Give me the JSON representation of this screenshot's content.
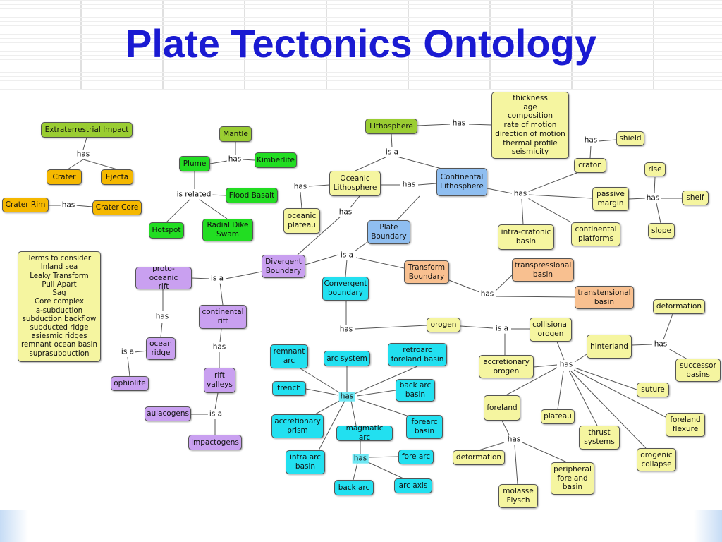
{
  "title": "Plate Tectonics Ontology",
  "colors": {
    "title": "#1a1ad2",
    "olive": "#9acd32",
    "orange": "#f5b800",
    "green": "#22dd22",
    "yellow": "#f5f5a0",
    "blue": "#8fbef0",
    "purple": "#c9a0f0",
    "cyan": "#22e0f0",
    "peach": "#f8c090",
    "highlight": "#6fe8f4"
  },
  "nodes": [
    {
      "id": "extraterrestrial_impact",
      "text": "Extraterrestrial Impact",
      "color": "olive"
    },
    {
      "id": "crater",
      "text": "Crater",
      "color": "orange"
    },
    {
      "id": "ejecta",
      "text": "Ejecta",
      "color": "orange"
    },
    {
      "id": "crater_rim",
      "text": "Crater Rim",
      "color": "orange"
    },
    {
      "id": "crater_core",
      "text": "Crater Core",
      "color": "orange"
    },
    {
      "id": "mantle",
      "text": "Mantle",
      "color": "olive"
    },
    {
      "id": "kimberlite",
      "text": "Kimberlite",
      "color": "green"
    },
    {
      "id": "plume",
      "text": "Plume",
      "color": "green"
    },
    {
      "id": "flood_basalt",
      "text": "Flood Basalt",
      "color": "green"
    },
    {
      "id": "hotspot",
      "text": "Hotspot",
      "color": "green"
    },
    {
      "id": "radial_dike_swam",
      "text": "Radial Dike\nSwam",
      "color": "green"
    },
    {
      "id": "lithosphere",
      "text": "Lithosphere",
      "color": "olive"
    },
    {
      "id": "properties",
      "text": "thickness\nage\ncomposition\nrate of motion\ndirection of motion\nthermal profile\nseismicity",
      "color": "yellow"
    },
    {
      "id": "oceanic_lithosphere",
      "text": "Oceanic\nLithosphere",
      "color": "yellow"
    },
    {
      "id": "continental_lithosphere",
      "text": "Continental\nLithosphere",
      "color": "blue"
    },
    {
      "id": "oceanic_plateau",
      "text": "oceanic\nplateau",
      "color": "yellow"
    },
    {
      "id": "shield",
      "text": "shield",
      "color": "yellow"
    },
    {
      "id": "craton",
      "text": "craton",
      "color": "yellow"
    },
    {
      "id": "rise",
      "text": "rise",
      "color": "yellow"
    },
    {
      "id": "passive_margin",
      "text": "passive\nmargin",
      "color": "yellow"
    },
    {
      "id": "shelf",
      "text": "shelf",
      "color": "yellow"
    },
    {
      "id": "slope",
      "text": "slope",
      "color": "yellow"
    },
    {
      "id": "intra_cratonic_basin",
      "text": "intra-cratonic\nbasin",
      "color": "yellow"
    },
    {
      "id": "continental_platforms",
      "text": "continental\nplatforms",
      "color": "yellow"
    },
    {
      "id": "plate_boundary",
      "text": "Plate\nBoundary",
      "color": "blue"
    },
    {
      "id": "terms",
      "text": "Terms to consider\nInland sea\nLeaky Transform\nPull Apart\nSag\nCore complex\na-subduction\nsubduction backflow\nsubducted ridge\nasiesmic ridges\nremnant ocean basin\nsuprasubduction",
      "color": "yellow"
    },
    {
      "id": "divergent_boundary",
      "text": "Divergent\nBoundary",
      "color": "purple"
    },
    {
      "id": "proto_oceanic_rift",
      "text": "proto-oceanic\nrift",
      "color": "purple"
    },
    {
      "id": "continental_rift",
      "text": "continental\nrift",
      "color": "purple"
    },
    {
      "id": "ocean_ridge",
      "text": "ocean\nridge",
      "color": "purple"
    },
    {
      "id": "ophiolite",
      "text": "ophiolite",
      "color": "purple"
    },
    {
      "id": "rift_valleys",
      "text": "rift\nvalleys",
      "color": "purple"
    },
    {
      "id": "aulacogens",
      "text": "aulacogens",
      "color": "purple"
    },
    {
      "id": "impactogens",
      "text": "impactogens",
      "color": "purple"
    },
    {
      "id": "transform_boundary",
      "text": "Transform\nBoundary",
      "color": "peach"
    },
    {
      "id": "transpressional_basin",
      "text": "transpressional\nbasin",
      "color": "peach"
    },
    {
      "id": "transtensional_basin",
      "text": "transtensional\nbasin",
      "color": "peach"
    },
    {
      "id": "convergent_boundary",
      "text": "Convergent\nboundary",
      "color": "cyan"
    },
    {
      "id": "orogen",
      "text": "orogen",
      "color": "yellow"
    },
    {
      "id": "collisional_orogen",
      "text": "collisional\norogen",
      "color": "yellow"
    },
    {
      "id": "deformation_top",
      "text": "deformation",
      "color": "yellow"
    },
    {
      "id": "hinterland",
      "text": "hinterland",
      "color": "yellow"
    },
    {
      "id": "successor_basins",
      "text": "successor\nbasins",
      "color": "yellow"
    },
    {
      "id": "accretionary_orogen",
      "text": "accretionary\norogen",
      "color": "yellow"
    },
    {
      "id": "suture",
      "text": "suture",
      "color": "yellow"
    },
    {
      "id": "foreland",
      "text": "foreland",
      "color": "yellow"
    },
    {
      "id": "plateau",
      "text": "plateau",
      "color": "yellow"
    },
    {
      "id": "foreland_flexure",
      "text": "foreland\nflexure",
      "color": "yellow"
    },
    {
      "id": "thrust_systems",
      "text": "thrust\nsystems",
      "color": "yellow"
    },
    {
      "id": "orogenic_collapse",
      "text": "orogenic\ncollapse",
      "color": "yellow"
    },
    {
      "id": "deformation_bottom",
      "text": "deformation",
      "color": "yellow"
    },
    {
      "id": "peripheral_foreland_basin",
      "text": "peripheral\nforeland\nbasin",
      "color": "yellow"
    },
    {
      "id": "molasse_flysch",
      "text": "molasse\nFlysch",
      "color": "yellow"
    },
    {
      "id": "remnant_arc",
      "text": "remnant\narc",
      "color": "cyan"
    },
    {
      "id": "arc_system",
      "text": "arc system",
      "color": "cyan"
    },
    {
      "id": "retroarc_foreland_basin",
      "text": "retroarc\nforeland basin",
      "color": "cyan"
    },
    {
      "id": "trench",
      "text": "trench",
      "color": "cyan"
    },
    {
      "id": "back_arc_basin",
      "text": "back arc\nbasin",
      "color": "cyan"
    },
    {
      "id": "accretionary_prism",
      "text": "accretionary\nprism",
      "color": "cyan"
    },
    {
      "id": "magmatic_arc",
      "text": "magmatic arc",
      "color": "cyan"
    },
    {
      "id": "forearc_basin",
      "text": "forearc\nbasin",
      "color": "cyan"
    },
    {
      "id": "intra_arc_basin",
      "text": "intra arc\nbasin",
      "color": "cyan"
    },
    {
      "id": "fore_arc",
      "text": "fore arc",
      "color": "cyan"
    },
    {
      "id": "back_arc",
      "text": "back arc",
      "color": "cyan"
    },
    {
      "id": "arc_axis",
      "text": "arc axis",
      "color": "cyan"
    }
  ],
  "labels": [
    {
      "id": "l_ei_has",
      "text": "has",
      "highlight": false
    },
    {
      "id": "l_crater_has",
      "text": "has",
      "highlight": false
    },
    {
      "id": "l_mantle_has",
      "text": "has",
      "highlight": false
    },
    {
      "id": "l_is_related",
      "text": "is related",
      "highlight": false
    },
    {
      "id": "l_litho_has",
      "text": "has",
      "highlight": false
    },
    {
      "id": "l_litho_isa",
      "text": "is a",
      "highlight": false
    },
    {
      "id": "l_ocean_has_left",
      "text": "has",
      "highlight": false
    },
    {
      "id": "l_ocean_cont_has",
      "text": "has",
      "highlight": false
    },
    {
      "id": "l_ocean_has_below",
      "text": "has",
      "highlight": false
    },
    {
      "id": "l_craton_has",
      "text": "has",
      "highlight": false
    },
    {
      "id": "l_cont_has",
      "text": "has",
      "highlight": false
    },
    {
      "id": "l_margin_has",
      "text": "has",
      "highlight": false
    },
    {
      "id": "l_pb_isa",
      "text": "is a",
      "highlight": false
    },
    {
      "id": "l_div_isa",
      "text": "is a",
      "highlight": false
    },
    {
      "id": "l_proto_has",
      "text": "has",
      "highlight": false
    },
    {
      "id": "l_ridge_isa",
      "text": "is a",
      "highlight": false
    },
    {
      "id": "l_crift_has",
      "text": "has",
      "highlight": false
    },
    {
      "id": "l_rift_isa",
      "text": "is a",
      "highlight": false
    },
    {
      "id": "l_trans_has",
      "text": "has",
      "highlight": false
    },
    {
      "id": "l_conv_has",
      "text": "has",
      "highlight": false
    },
    {
      "id": "l_orogen_isa",
      "text": "is a",
      "highlight": false
    },
    {
      "id": "l_hinter_has",
      "text": "has",
      "highlight": false
    },
    {
      "id": "l_orogen_has",
      "text": "has",
      "highlight": false
    },
    {
      "id": "l_foreland_has",
      "text": "has",
      "highlight": false
    },
    {
      "id": "l_arc_has",
      "text": "has",
      "highlight": true
    },
    {
      "id": "l_magma_has",
      "text": "has",
      "highlight": true
    }
  ]
}
